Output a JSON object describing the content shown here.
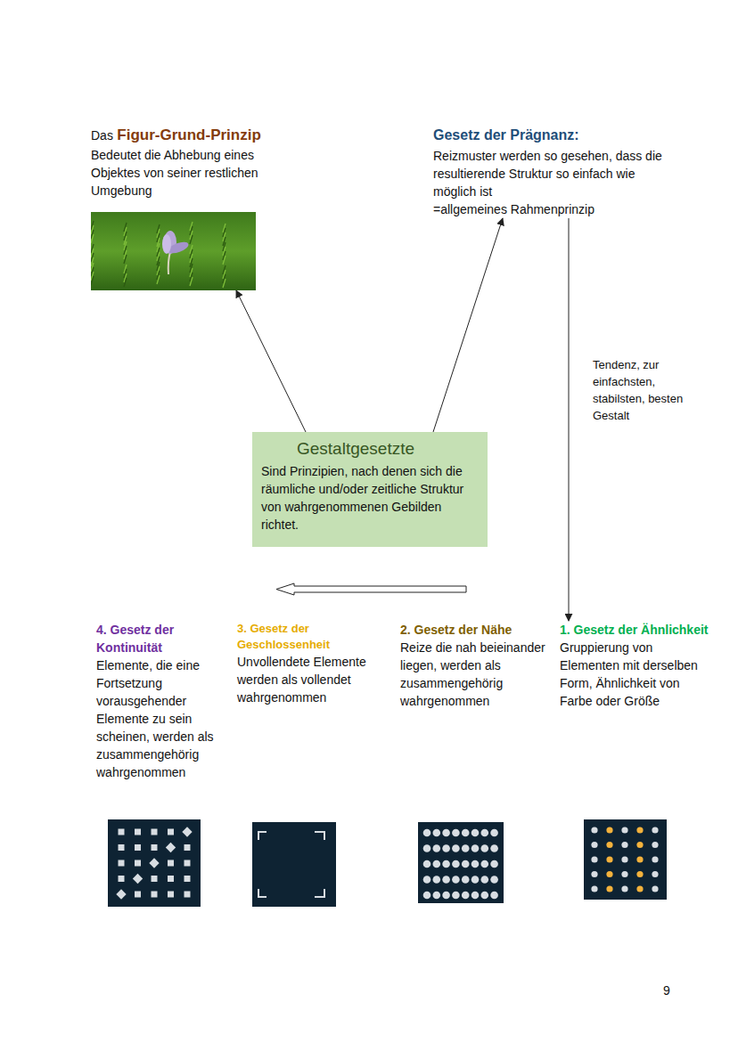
{
  "diagram": {
    "nodes": [
      {
        "text": [
          "Das",
          "Figur-Grund-Prinzip",
          "Bedeutet die Abhebung eines Objektes von seiner restlichen Umgebung"
        ]
      },
      {
        "text": [
          "Gesetz der Prägnanz:",
          "Reizmuster werden so gesehen, dass die resultierende Struktur so einfach wie möglich ist",
          "=allgemeines Rahmenprinzip"
        ]
      },
      {
        "text": [
          "Gestaltgesetzte",
          "Sind Prinzipien, nach denen sich die räumliche und/oder zeitliche Struktur von wahrgenommenen Gebilden richtet."
        ]
      },
      {
        "text": [
          "4. Gesetz der Kontinuität",
          "Elemente, die eine Fortsetzung vorausgehender Elemente zu sein scheinen, werden als zusammengehörig wahrgenommen"
        ]
      },
      {
        "text": [
          "3. Gesetz der Geschlossenheit",
          "Unvollendete Elemente werden als vollendet wahrgenommen"
        ]
      },
      {
        "text": [
          "2. Gesetz der Nähe",
          "Reize die nah beieinander liegen, werden als zusammengehörig wahrgenommen"
        ]
      },
      {
        "text": [
          "1. Gesetz der Ähnlichkeit",
          "Gruppierung von Elementen mit derselben Form, Ähnlichkeit von Farbe oder Größe"
        ]
      }
    ],
    "edges": [
      {
        "from": 2,
        "to": 0,
        "arrow": "to"
      },
      {
        "from": 2,
        "to": 1,
        "arrow": "to"
      },
      {
        "from": 1,
        "to": 6,
        "label": "Tendenz, zur einfachsten, stabilsten, besten Gestalt",
        "arrow": "to"
      }
    ],
    "labels": [
      "9"
    ]
  }
}
